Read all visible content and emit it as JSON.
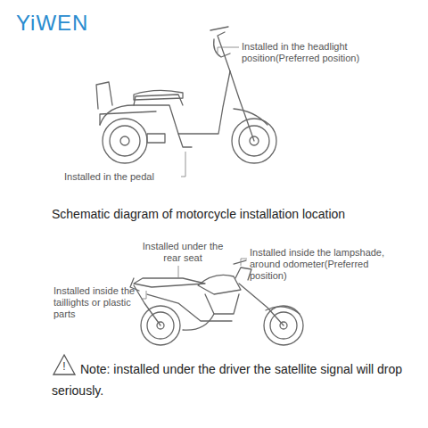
{
  "diagram": {
    "labels": [
      "YiWEN",
      "Installed in the headlight position(Preferred position)",
      "Installed in the pedal",
      "Schematic diagram of motorcycle installation location",
      "Installed under the rear seat",
      "Installed inside the lampshade, around odometer(Preferred position)",
      "Installed inside the taillights or plastic parts",
      "!",
      "Note: installed under the driver the satellite signal will drop seriously."
    ]
  }
}
